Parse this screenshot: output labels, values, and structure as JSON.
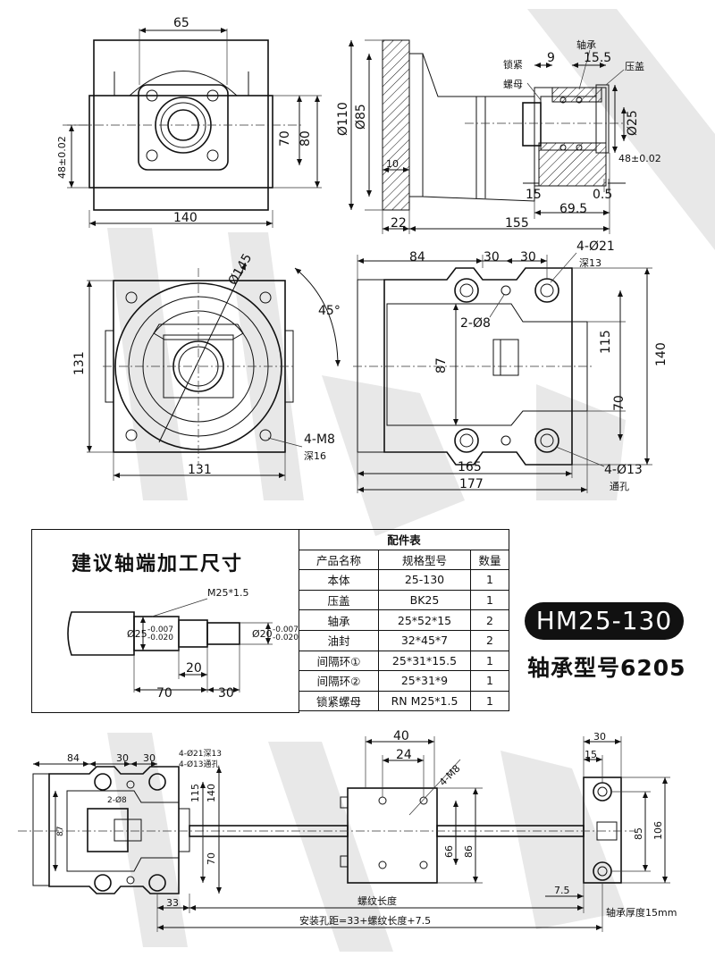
{
  "watermark": "HATAO",
  "view_top_left": {
    "d65": "65",
    "d70": "70",
    "d80": "80",
    "d48": "48±0.02",
    "d140": "140"
  },
  "view_top_right": {
    "d110": "Ø110",
    "d85": "Ø85",
    "d10": "10",
    "d22": "22",
    "d155": "155",
    "d9": "9",
    "d15_5": "15.5",
    "d25": "Ø25",
    "d48": "48±0.02",
    "d15": "15",
    "d0_5": "0.5",
    "d69_5": "69.5",
    "label_bearing": "轴承",
    "label_cover": "压盖",
    "label_lock1": "锁紧",
    "label_lock2": "螺母"
  },
  "view_mid_left": {
    "d145": "Ø145",
    "d45": "45°",
    "d131v": "131",
    "d131h": "131",
    "m8a": "4-M8",
    "m8b": "深16"
  },
  "view_mid_right": {
    "d84": "84",
    "d30a": "30",
    "d30b": "30",
    "d21a": "4-Ø21",
    "d21b": "深13",
    "d8": "2-Ø8",
    "d87": "87",
    "d115": "115",
    "d140": "140",
    "d70": "70",
    "d165": "165",
    "d177": "177",
    "d13a": "4-Ø13",
    "d13b": "通孔"
  },
  "suggest": {
    "title": "建议轴端加工尺寸",
    "thread": "M25*1.5",
    "d25": "Ø25",
    "d25tol_up": "-0.007",
    "d25tol_dn": "-0.020",
    "d20": "Ø20",
    "d20tol_up": "-0.007",
    "d20tol_dn": "-0.020",
    "len20": "20",
    "len70": "70",
    "len30": "30"
  },
  "parts_table": {
    "caption": "配件表",
    "headers": [
      "产品名称",
      "规格型号",
      "数量"
    ],
    "rows": [
      [
        "本体",
        "25-130",
        "1"
      ],
      [
        "压盖",
        "BK25",
        "1"
      ],
      [
        "轴承",
        "25*52*15",
        "2"
      ],
      [
        "油封",
        "32*45*7",
        "2"
      ],
      [
        "间隔环①",
        "25*31*15.5",
        "1"
      ],
      [
        "间隔环②",
        "25*31*9",
        "1"
      ],
      [
        "锁紧螺母",
        "RN M25*1.5",
        "1"
      ]
    ]
  },
  "model_badge": "HM25-130",
  "bearing_model": "轴承型号6205",
  "assembly": {
    "d84": "84",
    "d30a": "30",
    "d30b": "30",
    "h21": "4-Ø21深13",
    "h13": "4-Ø13通孔",
    "d8": "2-Ø8",
    "d87": "87",
    "d115": "115",
    "d140": "140",
    "d70": "70",
    "d33": "33",
    "d40": "40",
    "d24": "24",
    "m8": "4-M8",
    "d66": "66",
    "d86": "86",
    "d30": "30",
    "d15": "15",
    "d85": "85",
    "d106": "106",
    "d7_5": "7.5",
    "thread_len": "螺纹长度",
    "install": "安装孔距=33+螺纹长度+7.5",
    "bearing_thk": "轴承厚度15mm"
  }
}
